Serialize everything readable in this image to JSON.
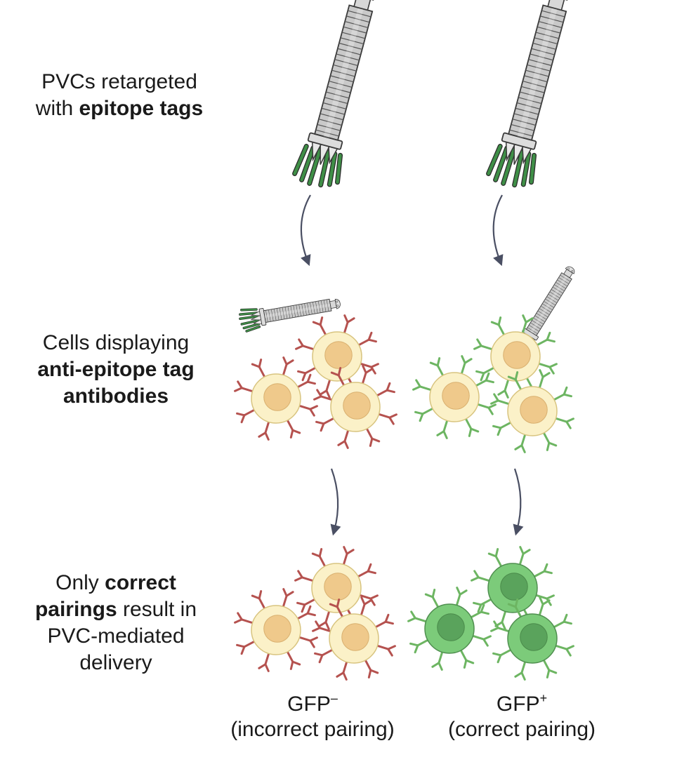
{
  "rows": [
    {
      "text": "PVCs retargeted",
      "text2_pre": "with ",
      "text2_bold": "epitope tags"
    },
    {
      "text": "Cells displaying",
      "bold1": "anti-epitope tag",
      "bold2": "antibodies"
    },
    {
      "pre": "Only ",
      "bold1": "correct",
      "bold2": "pairings",
      "post2": " result in",
      "line3": "PVC-mediated",
      "line4": "delivery"
    }
  ],
  "captions": {
    "left": {
      "name": "GFP",
      "sup": "–",
      "detail": "(incorrect pairing)"
    },
    "right": {
      "name": "GFP",
      "sup": "+",
      "detail": "(correct pairing)"
    }
  },
  "colors": {
    "pvc_body": "#c9c9c9",
    "pvc_outline": "#3a3a3a",
    "tail_fiber": "#3f8f47",
    "cell_fill": "#fbf1c8",
    "cell_nucleus": "#efc98b",
    "antibody_red": "#b5524f",
    "antibody_green": "#6db562",
    "cell_gfp_fill": "#7ccb7a",
    "cell_gfp_nucleus": "#5aa35c",
    "arrow": "#4a4f63"
  }
}
